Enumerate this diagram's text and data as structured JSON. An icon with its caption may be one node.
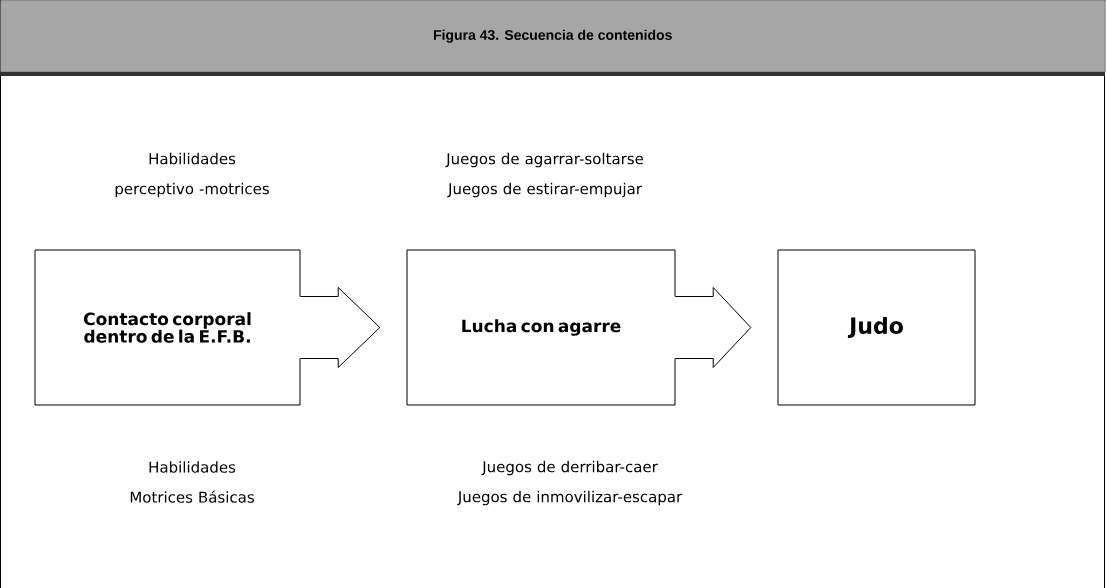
{
  "diagram": {
    "title": "Figura 43. Secuencia de contenidos",
    "nodes": [
      {
        "text": [
          "Contacto corporal dentro de la E.F.B."
        ],
        "beside": [
          "Habilidades perceptivo -motrices"
        ]
      },
      {
        "text": [
          "Lucha con agarre"
        ],
        "beside": [
          "Juegos de agarrar-soltarse",
          "Juegos de estirar-empujar",
          "Juegos de derribar-caer",
          "Juegos de inmovilizar-escapar"
        ]
      },
      {
        "text": [
          "Judo"
        ]
      }
    ],
    "edges": [
      {
        "from": 0,
        "to": 1,
        "arrow": "to"
      },
      {
        "from": 1,
        "to": 2,
        "arrow": "to"
      }
    ],
    "labels": [
      "Habilidades Motrices Básicas"
    ]
  }
}
